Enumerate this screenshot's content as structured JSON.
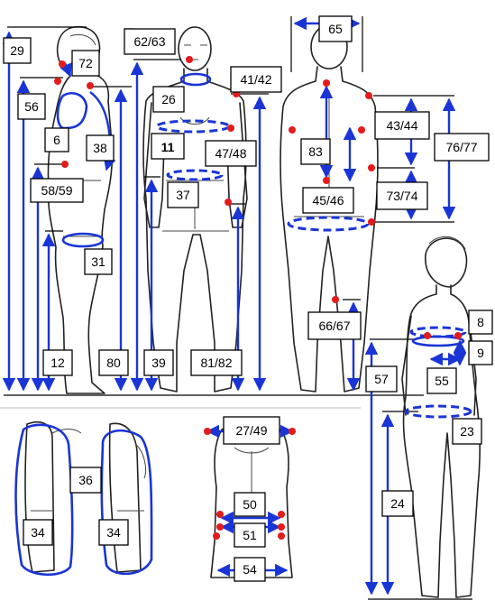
{
  "colors": {
    "measure_line": "#1a35d6",
    "landmark_point": "#e41b1b",
    "outline": "#222222"
  },
  "labels": {
    "m29": "29",
    "m56": "56",
    "m72": "72",
    "m6": "6",
    "m38": "38",
    "m58_59": "58/59",
    "m31": "31",
    "m12": "12",
    "m80": "80",
    "m62_63": "62/63",
    "m26": "26",
    "m41_42": "41/42",
    "m11": "11",
    "m47_48": "47/48",
    "m37": "37",
    "m39": "39",
    "m81_82": "81/82",
    "m65": "65",
    "m43_44": "43/44",
    "m83": "83",
    "m76_77": "76/77",
    "m73_74": "73/74",
    "m45_46": "45/46",
    "m66_67": "66/67",
    "m8": "8",
    "m9": "9",
    "m55": "55",
    "m57": "57",
    "m23": "23",
    "m24": "24",
    "m36": "36",
    "m34_left": "34",
    "m34_right": "34",
    "m27_49": "27/49",
    "m50": "50",
    "m51": "51",
    "m54": "54"
  }
}
